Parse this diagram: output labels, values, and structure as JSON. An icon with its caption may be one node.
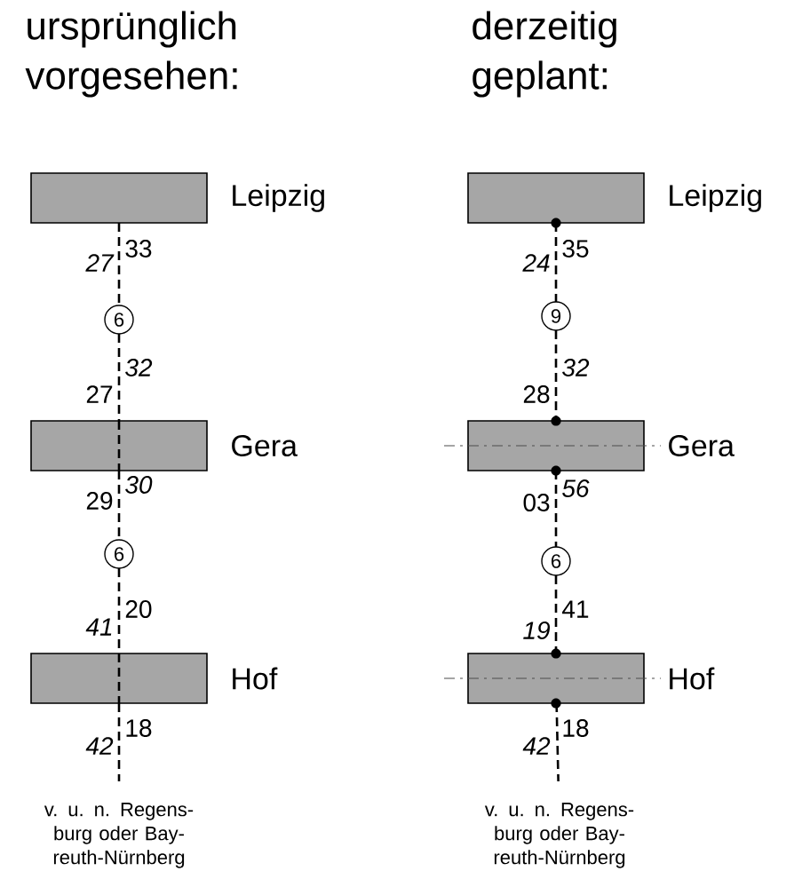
{
  "diagram": {
    "nodes": [
      {
        "text": [
          "Leipzig"
        ]
      },
      {
        "text": [
          "6"
        ]
      },
      {
        "text": [
          "Gera"
        ]
      },
      {
        "text": [
          "6"
        ]
      },
      {
        "text": [
          "Hof"
        ]
      },
      {
        "text": [
          "v. u. n. Regens- burg oder Bay- reuth-Nürnberg"
        ]
      },
      {
        "text": [
          "Leipzig"
        ]
      },
      {
        "text": [
          "9"
        ]
      },
      {
        "text": [
          "Gera"
        ]
      },
      {
        "text": [
          "6"
        ]
      },
      {
        "text": [
          "Hof"
        ]
      },
      {
        "text": [
          "v. u. n. Regens- burg oder Bay- reuth-Nürnberg"
        ]
      }
    ],
    "edges": [
      {
        "from": 0,
        "to": 1,
        "arrow": "none",
        "style": "dashed"
      },
      {
        "from": 1,
        "to": 2,
        "arrow": "none",
        "style": "dashed"
      },
      {
        "from": 2,
        "to": 3,
        "arrow": "none",
        "style": "dashed"
      },
      {
        "from": 3,
        "to": 4,
        "arrow": "none",
        "style": "dashed"
      },
      {
        "from": 4,
        "to": 5,
        "arrow": "none",
        "style": "dashed"
      },
      {
        "from": 6,
        "to": 7,
        "arrow": "none",
        "style": "dashed"
      },
      {
        "from": 7,
        "to": 8,
        "arrow": "none",
        "style": "dashed"
      },
      {
        "from": 8,
        "to": 9,
        "arrow": "none",
        "style": "dashed"
      },
      {
        "from": 9,
        "to": 10,
        "arrow": "none",
        "style": "dashed"
      },
      {
        "from": 10,
        "to": 11,
        "arrow": "none",
        "style": "dashed"
      }
    ],
    "labels": [
      "ursprünglich vorgesehen:",
      "derzeitig geplant:",
      "27",
      "33",
      "27",
      "32",
      "29",
      "30",
      "41",
      "20",
      "42",
      "18",
      "24",
      "35",
      "28",
      "32",
      "03",
      "56",
      "19",
      "41",
      "42",
      "18"
    ]
  }
}
